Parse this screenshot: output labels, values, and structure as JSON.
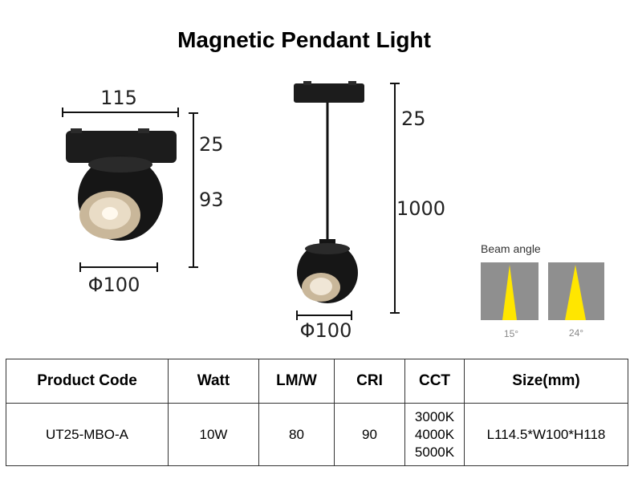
{
  "title": "Magnetic Pendant Light",
  "surface": {
    "width_label": "115",
    "track_height_label": "25",
    "head_height_label": "93",
    "diameter_label": "Φ100"
  },
  "pendant": {
    "track_height_label": "25",
    "cable_length_label": "1000",
    "diameter_label": "Φ100"
  },
  "beam": {
    "title": "Beam angle",
    "angles": [
      "15°",
      "24°"
    ],
    "colors": {
      "panel": "#8f8f8f",
      "beam": "#ffe600"
    }
  },
  "table": {
    "headers": [
      "Product Code",
      "Watt",
      "LM/W",
      "CRI",
      "CCT",
      "Size(mm)"
    ],
    "row": {
      "code": "UT25-MBO-A",
      "watt": "10W",
      "lmw": "80",
      "cri": "90",
      "cct": [
        "3000K",
        "4000K",
        "5000K"
      ],
      "size": "L114.5*W100*H118"
    }
  }
}
